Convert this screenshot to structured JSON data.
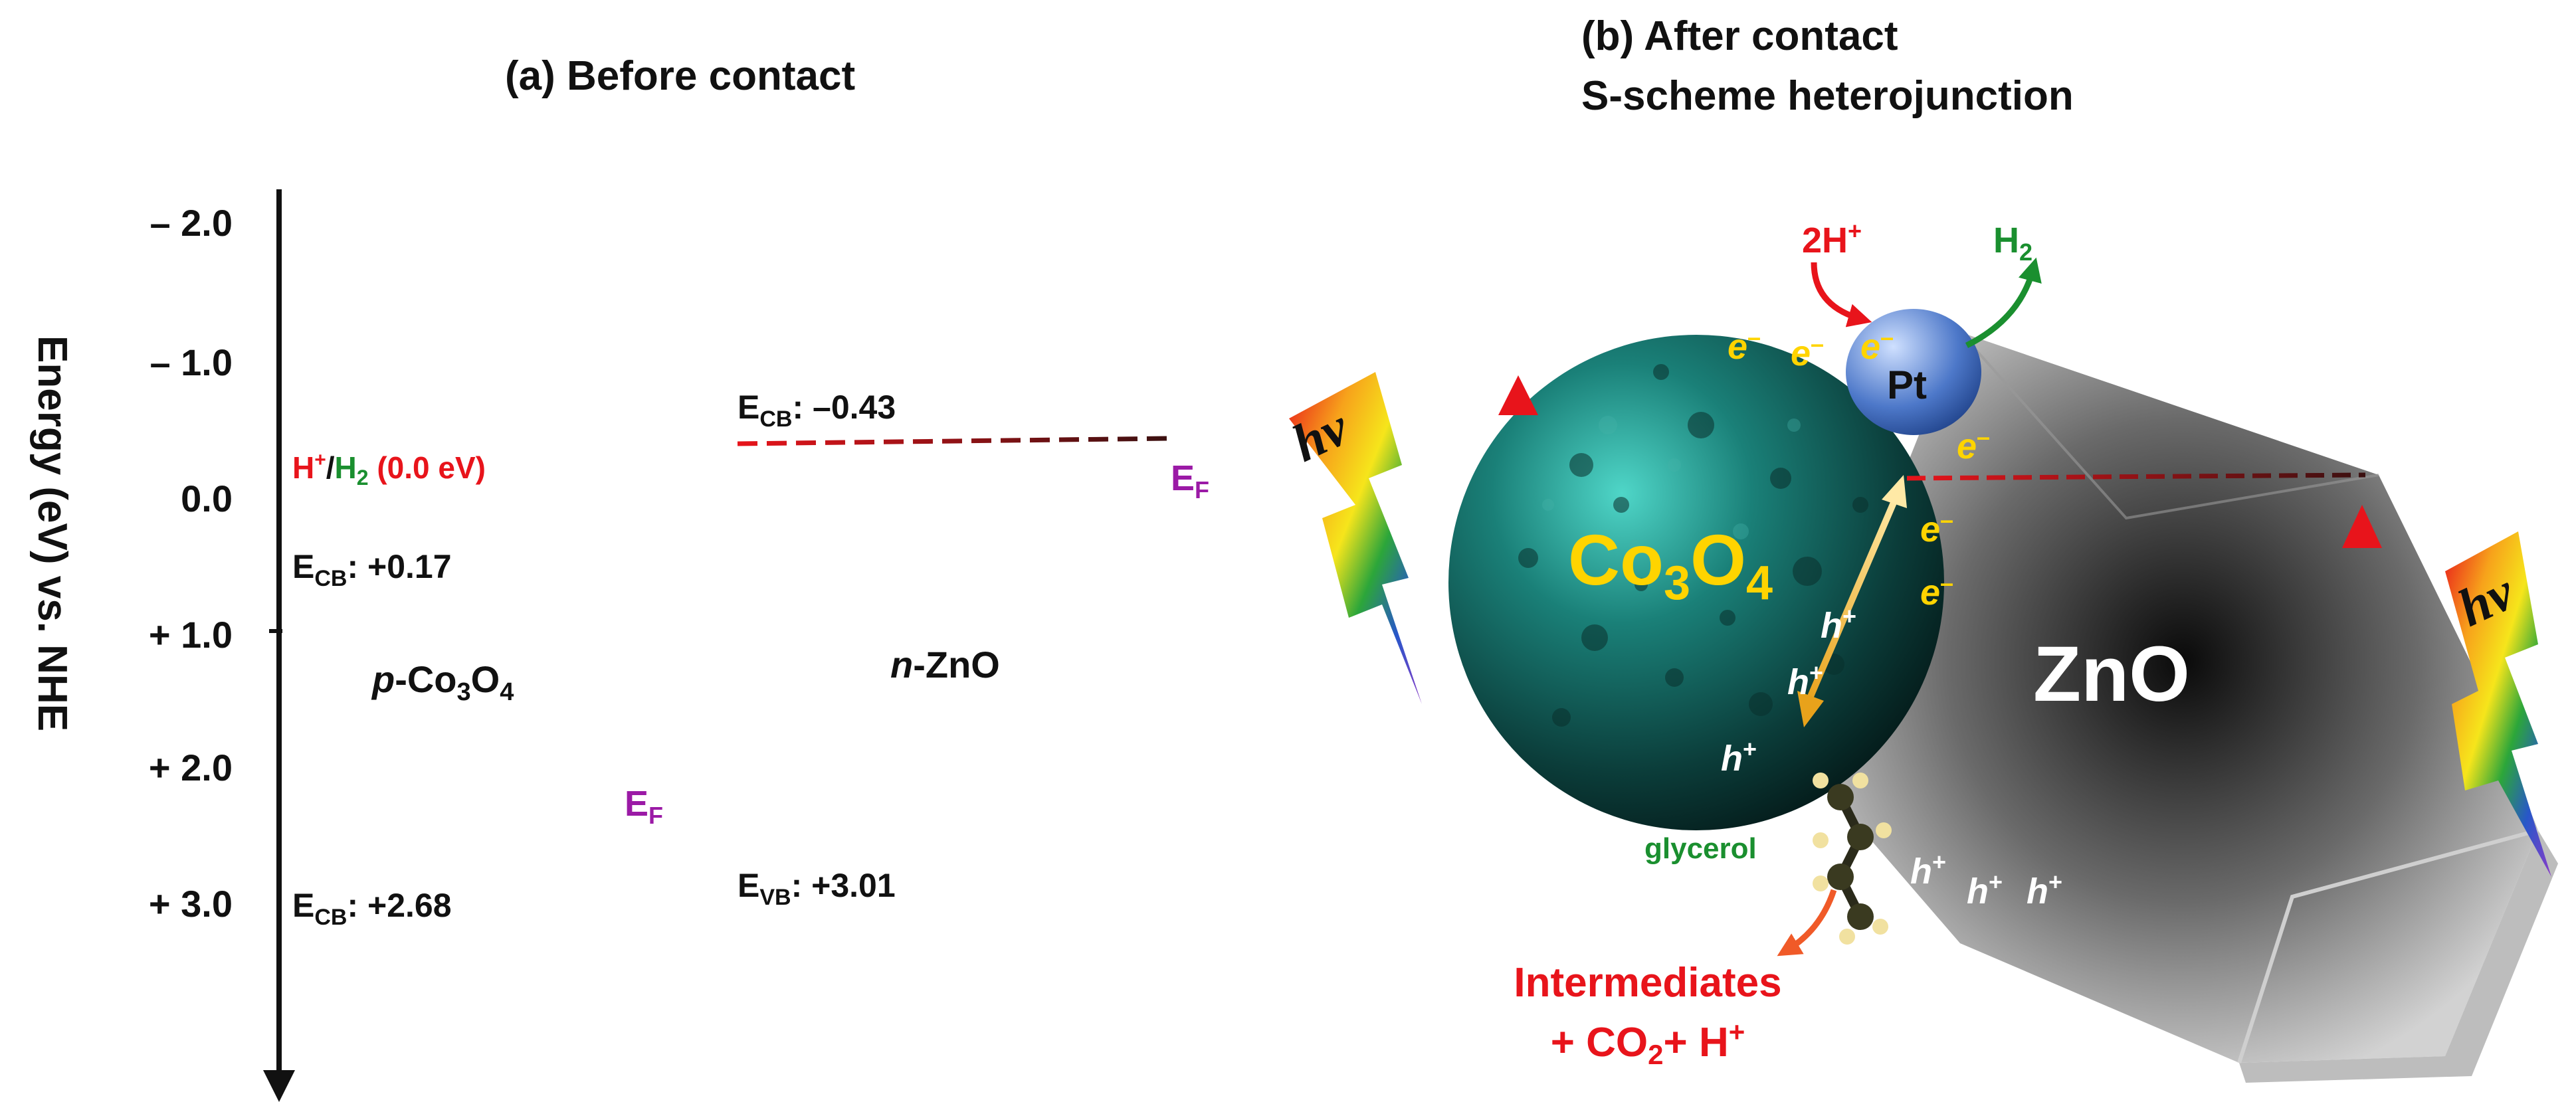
{
  "titles": {
    "a": "(a) Before contact",
    "b_line1": "(b) After contact",
    "b_line2": "S-scheme heterojunction"
  },
  "axis": {
    "label": "Energy (eV) vs. NHE",
    "ticks": [
      "– 2.0",
      "– 1.0",
      "0.0",
      "+ 1.0",
      "+ 2.0",
      "+ 3.0"
    ]
  },
  "before": {
    "ref_h": "H",
    "ref_plus": "+",
    "ref_slash": "/",
    "ref_h2": "H",
    "ref_h2_sub": "2",
    "ref_energy": " (0.0 eV)",
    "co3o4_label_p": "p",
    "co3o4_label_rest": "-Co",
    "co3o4_sub3": "3",
    "co3o4_o": "O",
    "co3o4_sub4": "4",
    "zno_label_n": "n",
    "zno_label_rest": "-ZnO",
    "e_letter": "E",
    "cb_sub": "CB",
    "vb_sub": "VB",
    "f_sub": "F",
    "co3o4_cb_value": ": +0.17",
    "co3o4_vb_value": ": +2.68",
    "zno_cb_value": ":  –0.43",
    "zno_vb_value": ": +3.01"
  },
  "after": {
    "hv": "hv",
    "co3o4": "Co",
    "co3o4_sub3": "3",
    "co3o4_o": "O",
    "co3o4_sub4": "4",
    "zno": "ZnO",
    "pt": "Pt",
    "two_h_plus": "2H",
    "plus": "+",
    "h2": "H",
    "h2_sub": "2",
    "electron": "e",
    "minus": "–",
    "hole": "h",
    "glycerol": "glycerol",
    "products_line1": "Intermediates",
    "products_line2": "+ CO",
    "products_sub2": "2",
    "products_tail": "+ H",
    "products_plus": "+"
  },
  "colors": {
    "red": "#e8141b",
    "green": "#1a8f2f",
    "purple": "#9b1aa6",
    "yellow": "#ffd400",
    "dark": "#111111"
  }
}
